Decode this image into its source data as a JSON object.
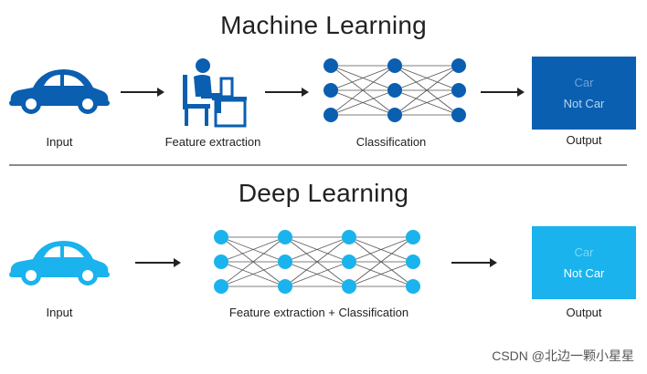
{
  "machine_learning": {
    "title": "Machine Learning",
    "input_label": "Input",
    "feature_label": "Feature extraction",
    "classification_label": "Classification",
    "output_label": "Output",
    "output_options": [
      "Car",
      "Not Car"
    ]
  },
  "deep_learning": {
    "title": "Deep Learning",
    "input_label": "Input",
    "network_label": "Feature extraction + Classification",
    "output_label": "Output",
    "output_options": [
      "Car",
      "Not Car"
    ]
  },
  "watermark": "CSDN @北边一颗小星星",
  "colors": {
    "ml_car": "#0a5fb0",
    "dl_car": "#1ab3ee",
    "ml_node": "#0a5fb0",
    "dl_node": "#1ab3ee",
    "ml_output_box": "#0a5fb0",
    "dl_output_box": "#1ab3ee"
  }
}
